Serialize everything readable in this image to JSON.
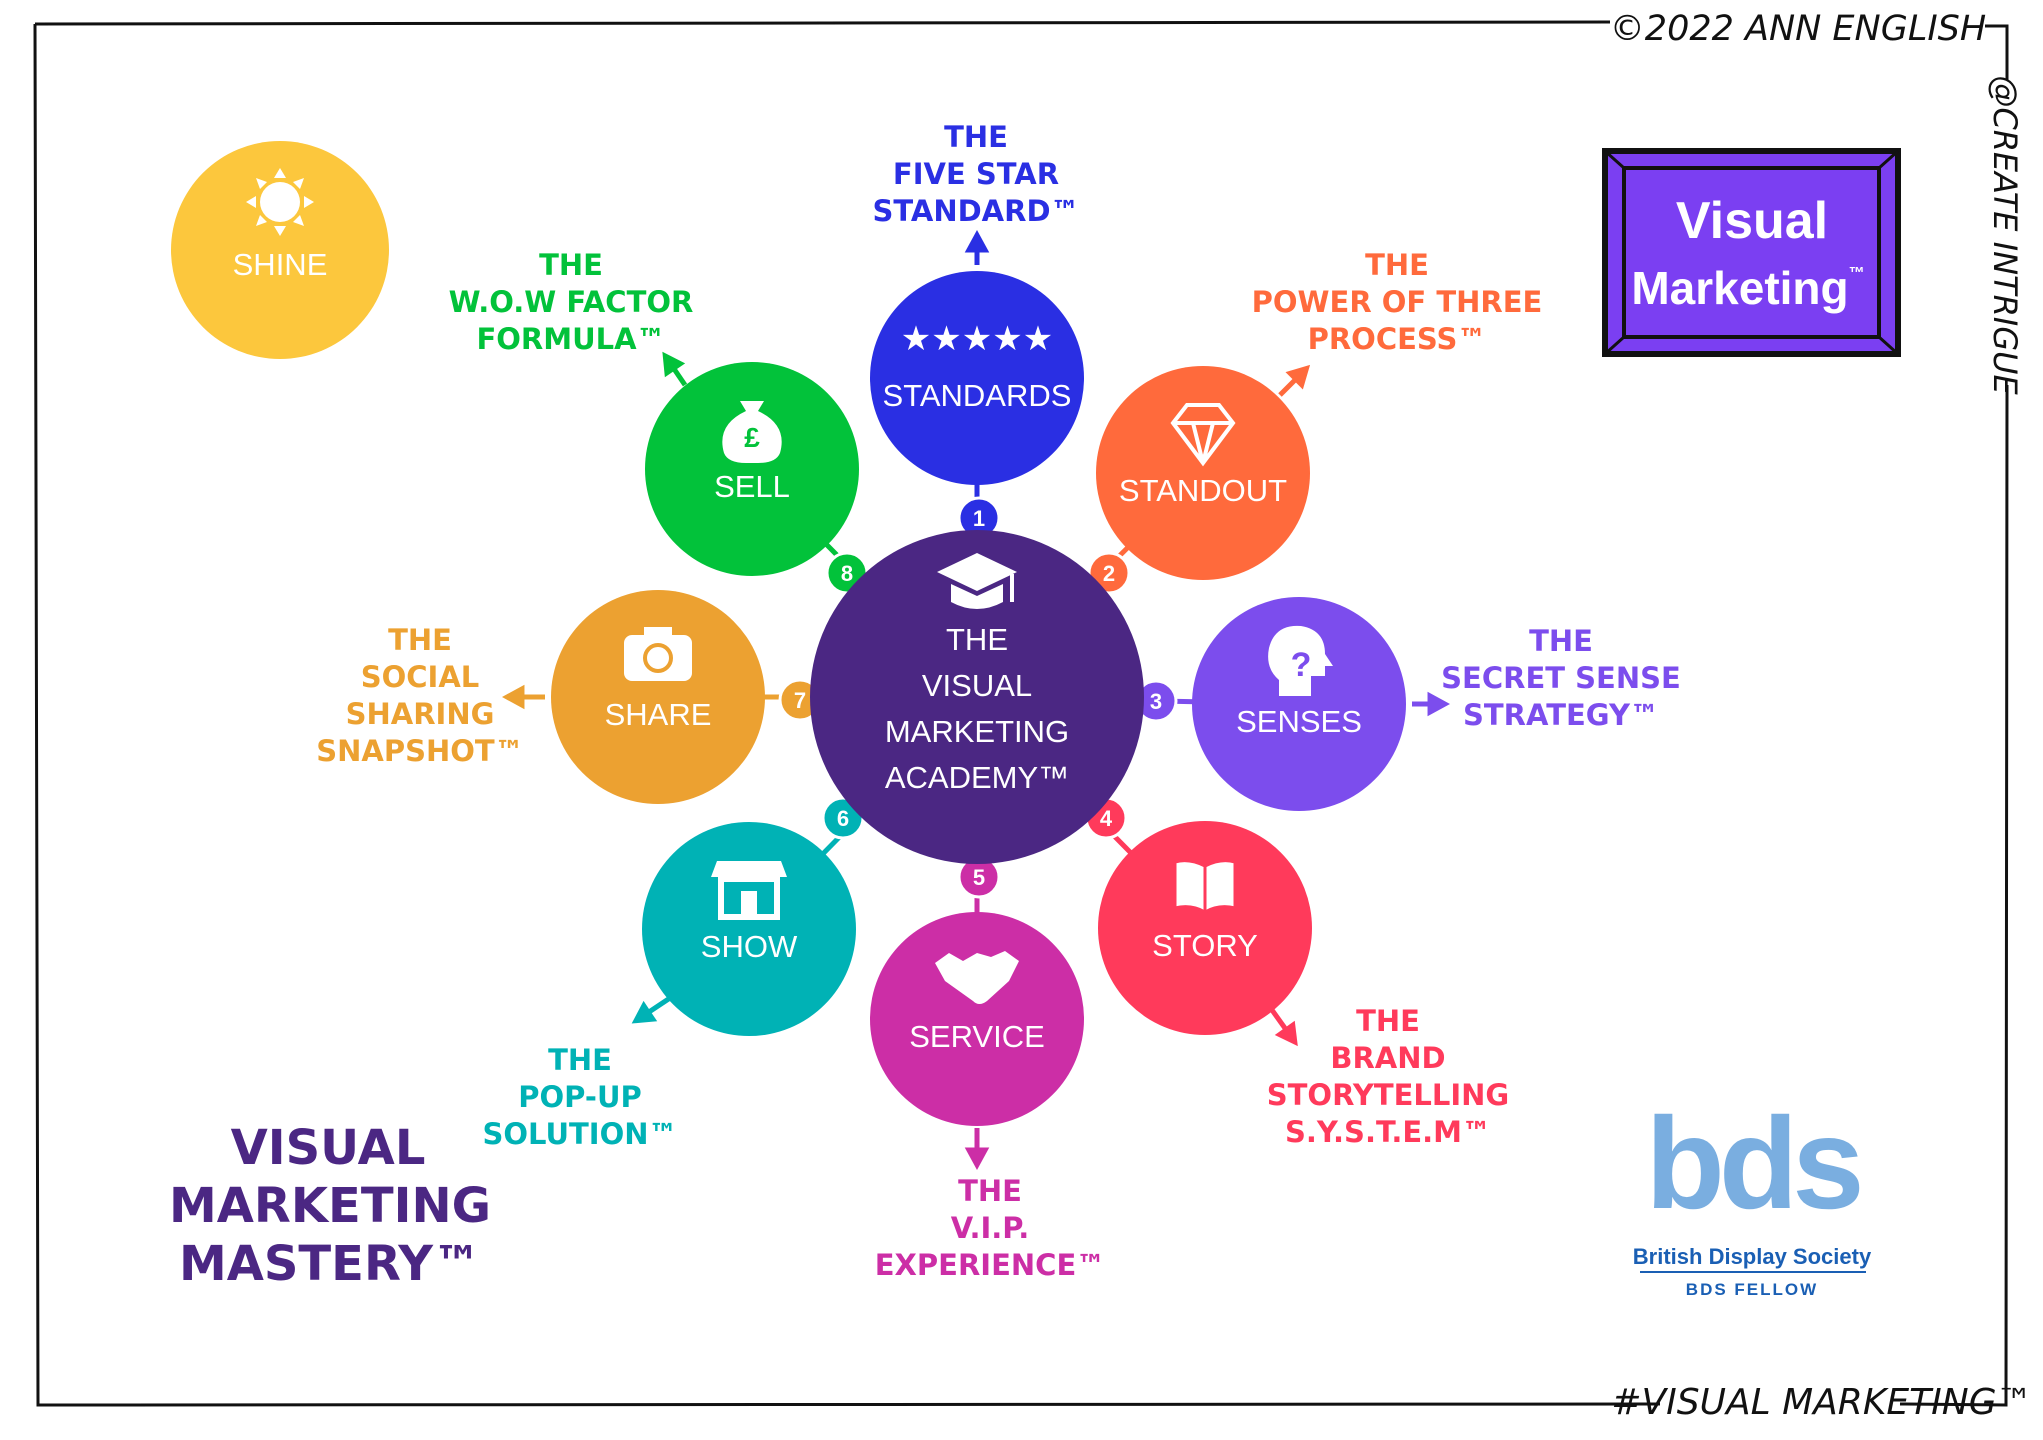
{
  "copyright": "©2022 ANN ENGLISH",
  "handle": "@CREATE INTRIGUE",
  "hashtag": "#VISUAL MARKETING™",
  "shine": {
    "label": "SHINE",
    "color": "#fcc73d"
  },
  "logo_box": {
    "line1": "Visual",
    "line2": "Marketing",
    "tm": "™",
    "color": "#7b3ff2"
  },
  "center": {
    "lines": [
      "THE",
      "VISUAL",
      "MARKETING",
      "ACADEMY™"
    ],
    "color": "#4b2783",
    "icon": "graduation-cap-icon"
  },
  "mastery": {
    "lines": [
      "VISUAL",
      "MARKETING",
      "MASTERY™"
    ],
    "color": "#4b2783"
  },
  "bds": {
    "logo": "bds",
    "name": "British Display Society",
    "fellow": "BDS FELLOW",
    "color": "#7aaee0",
    "text_color": "#1a5fb4"
  },
  "nodes": [
    {
      "number": "1",
      "label": "STANDARDS",
      "color": "#2a2fe3",
      "icon": "five-stars-icon",
      "title": [
        "THE",
        "FIVE STAR",
        "STANDARD™"
      ]
    },
    {
      "number": "2",
      "label": "STANDOUT",
      "color": "#ff6a3c",
      "icon": "diamond-icon",
      "title": [
        "THE",
        "POWER OF THREE",
        "PROCESS™"
      ]
    },
    {
      "number": "3",
      "label": "SENSES",
      "color": "#7c4ded",
      "icon": "head-question-icon",
      "title": [
        "THE",
        "SECRET SENSE",
        "STRATEGY™"
      ]
    },
    {
      "number": "4",
      "label": "STORY",
      "color": "#ff3a5b",
      "icon": "book-icon",
      "title": [
        "THE",
        "BRAND",
        "STORYTELLING",
        "S.Y.S.T.E.M™"
      ]
    },
    {
      "number": "5",
      "label": "SERVICE",
      "color": "#cc2ea6",
      "icon": "handshake-icon",
      "title": [
        "THE",
        "V.I.P.",
        "EXPERIENCE™"
      ]
    },
    {
      "number": "6",
      "label": "SHOW",
      "color": "#00b2b5",
      "icon": "storefront-icon",
      "title": [
        "THE",
        "POP-UP",
        "SOLUTION™"
      ]
    },
    {
      "number": "7",
      "label": "SHARE",
      "color": "#eca131",
      "icon": "camera-icon",
      "title": [
        "THE",
        "SOCIAL",
        "SHARING",
        "SNAPSHOT™"
      ]
    },
    {
      "number": "8",
      "label": "SELL",
      "color": "#02c23a",
      "icon": "money-bag-icon",
      "title": [
        "THE",
        "W.O.W FACTOR",
        "FORMULA™"
      ]
    }
  ]
}
